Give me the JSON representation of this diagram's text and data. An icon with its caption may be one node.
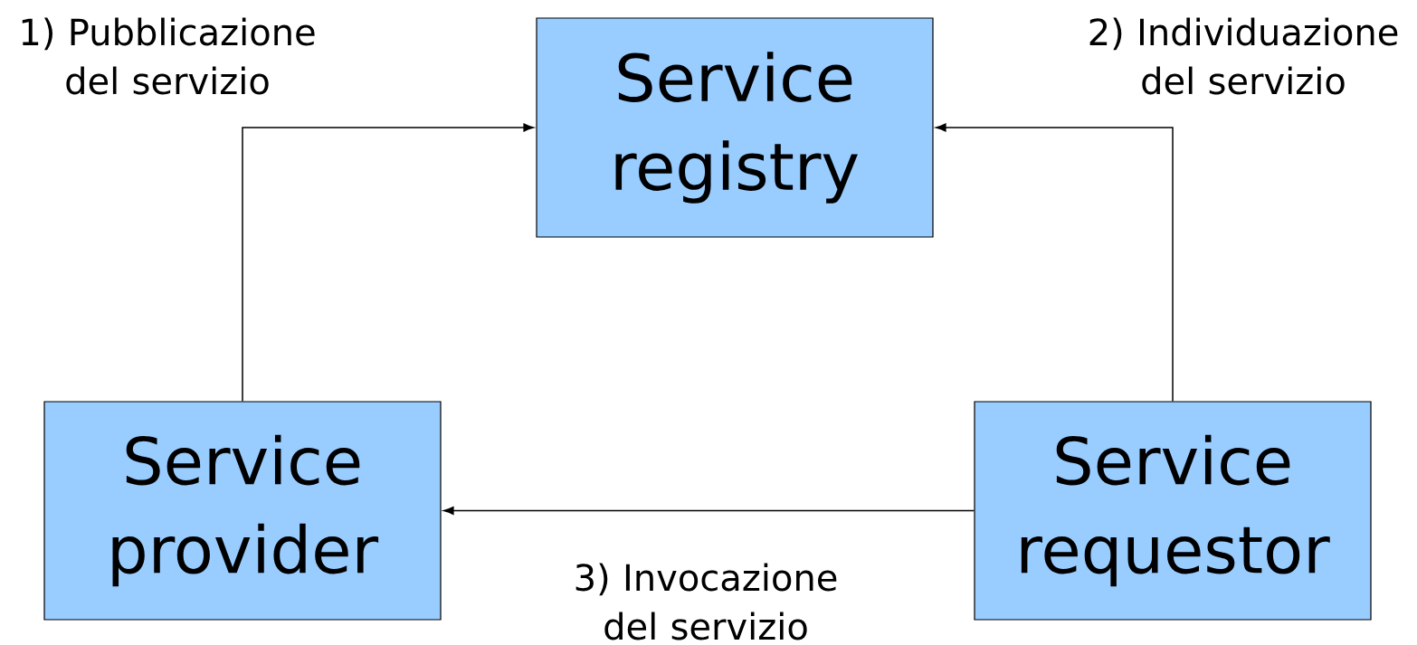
{
  "diagram": {
    "nodes": [
      {
        "text": [
          "Service registry"
        ]
      },
      {
        "text": [
          "Service provider"
        ]
      },
      {
        "text": [
          "Service requestor"
        ]
      }
    ],
    "edges": [
      {
        "from": 1,
        "to": 0,
        "arrow": "to",
        "label": "1) Pubblicazione del servizio"
      },
      {
        "from": 2,
        "to": 0,
        "arrow": "to",
        "label": "2) Individuazione del servizio"
      },
      {
        "from": 2,
        "to": 1,
        "arrow": "to",
        "label": "3) Invocazione del servizio"
      }
    ]
  }
}
